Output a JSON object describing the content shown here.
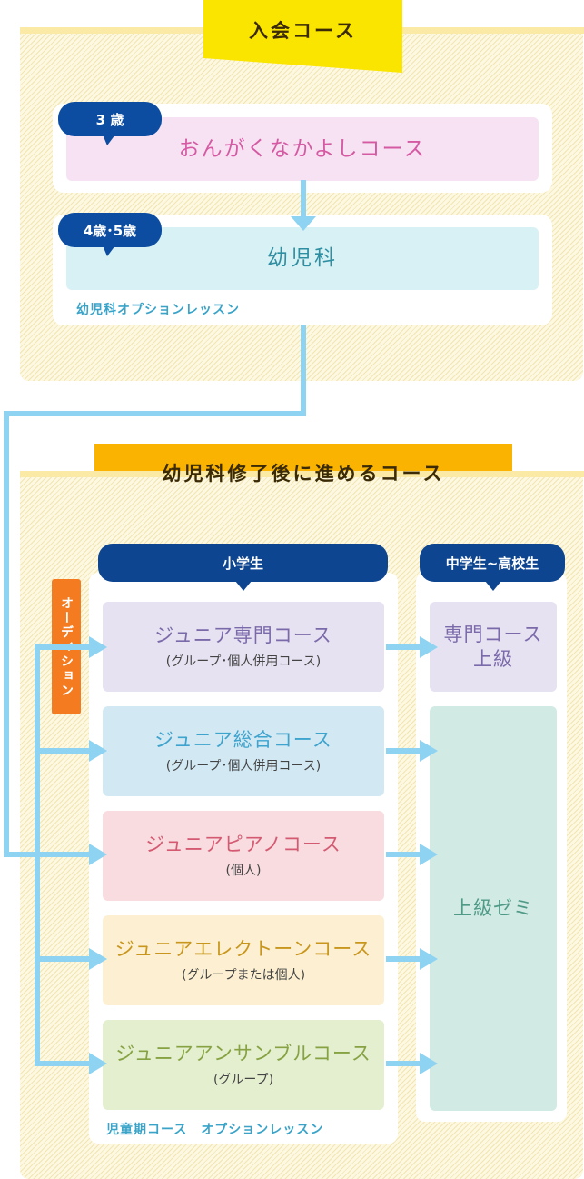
{
  "entry": {
    "banner": "入会コース",
    "age1_badge": "3 歳",
    "course1": "おんがくなかよしコース",
    "age2_badge": "4歳･5歳",
    "course2": "幼児科",
    "course2_option": "幼児科オプションレッスン"
  },
  "after": {
    "banner": "幼児科修了後に進めるコース",
    "elementary_header": "小学生",
    "secondary_header": "中学生~高校生",
    "audition_tag": "オーディション",
    "courses": [
      {
        "title": "ジュニア専門コース",
        "sub": "(グループ･個人併用コース)"
      },
      {
        "title": "ジュニア総合コース",
        "sub": "(グループ･個人併用コース)"
      },
      {
        "title": "ジュニアピアノコース",
        "sub": "(個人)"
      },
      {
        "title": "ジュニアエレクトーンコース",
        "sub": "(グループまたは個人)"
      },
      {
        "title": "ジュニアアンサンブルコース",
        "sub": "(グループ)"
      }
    ],
    "elementary_option": "児童期コース　オプションレッスン",
    "advanced_course_line1": "専門コース",
    "advanced_course_line2": "上級",
    "advanced_seminar": "上級ゼミ"
  },
  "colors": {
    "banner_yellow": "#fae500",
    "banner_orange": "#f9b300",
    "connector": "#8ed3f2",
    "audition": "#f47b20",
    "navy": "#0e4590"
  }
}
